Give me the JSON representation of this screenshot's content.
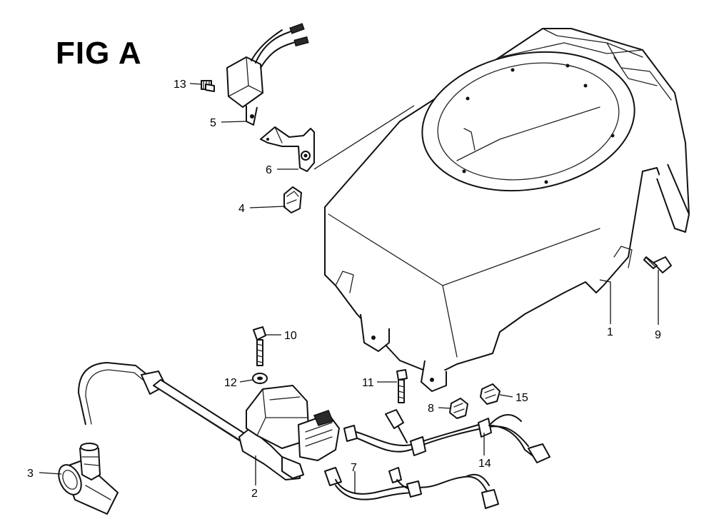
{
  "figure": {
    "title": "FIG A"
  },
  "callouts": [
    {
      "id": "1",
      "label": "1"
    },
    {
      "id": "2",
      "label": "2"
    },
    {
      "id": "3",
      "label": "3"
    },
    {
      "id": "4",
      "label": "4"
    },
    {
      "id": "5",
      "label": "5"
    },
    {
      "id": "6",
      "label": "6"
    },
    {
      "id": "7",
      "label": "7"
    },
    {
      "id": "8",
      "label": "8"
    },
    {
      "id": "9",
      "label": "9"
    },
    {
      "id": "10",
      "label": "10"
    },
    {
      "id": "11",
      "label": "11"
    },
    {
      "id": "12",
      "label": "12"
    },
    {
      "id": "13",
      "label": "13"
    },
    {
      "id": "14",
      "label": "14"
    },
    {
      "id": "15",
      "label": "15"
    }
  ]
}
